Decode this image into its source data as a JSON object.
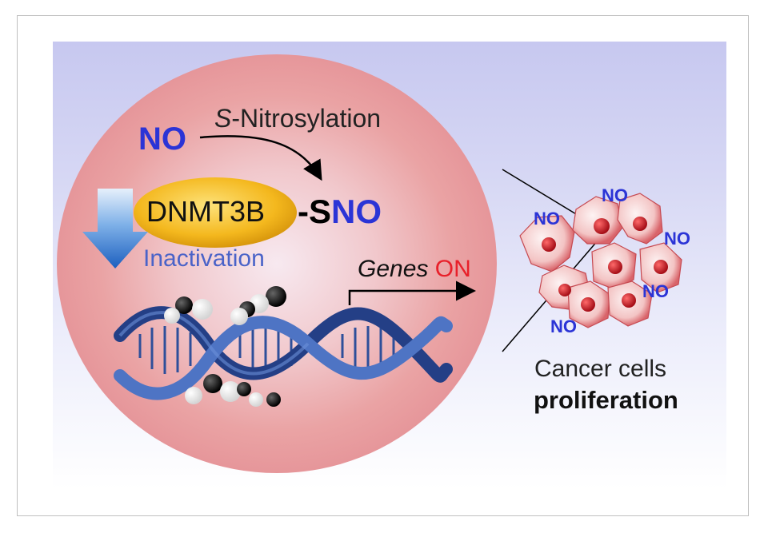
{
  "labels": {
    "no_main": "NO",
    "nitrosylation_s": "S",
    "nitrosylation_rest": "-Nitrosylation",
    "enzyme": "DNMT3B",
    "sno_prefix": "-S",
    "sno_no": "NO",
    "inactivation": "Inactivation",
    "genes": "Genes",
    "on": "ON",
    "cluster_no": [
      "NO",
      "NO",
      "NO",
      "NO",
      "NO"
    ],
    "cancer_cells": "Cancer cells",
    "proliferation": "proliferation"
  },
  "colors": {
    "no_blue": "#2b34d6",
    "on_red": "#e8202a",
    "enzyme_yellow": "#f4b81e",
    "dna_blue": "#2e4f9a",
    "arrow_blue": "#2f7fd6"
  },
  "icons": [
    "down-arrow-icon",
    "curved-arrow-icon",
    "bent-arrow-icon"
  ]
}
